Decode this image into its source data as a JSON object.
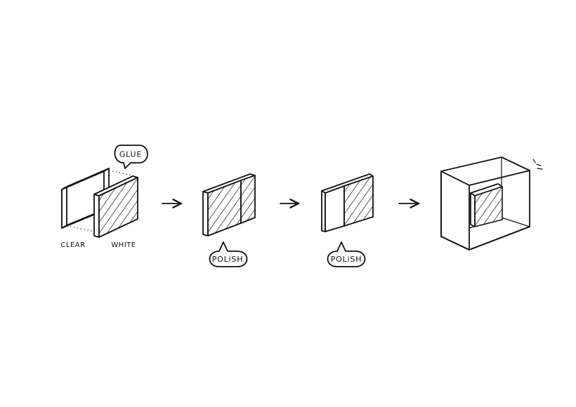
{
  "labels": {
    "glue": "GLUE",
    "clear": "CLEAR",
    "white": "WHITE",
    "polish_1": "POLiSH",
    "polish_2": "POLiSH"
  },
  "colors": {
    "ink": "#111111",
    "background": "#ffffff"
  },
  "icons": {
    "arrow": "right-arrow-icon",
    "sparkle": "sparkle-lines-icon",
    "hatch": "diagonal-hatching"
  }
}
